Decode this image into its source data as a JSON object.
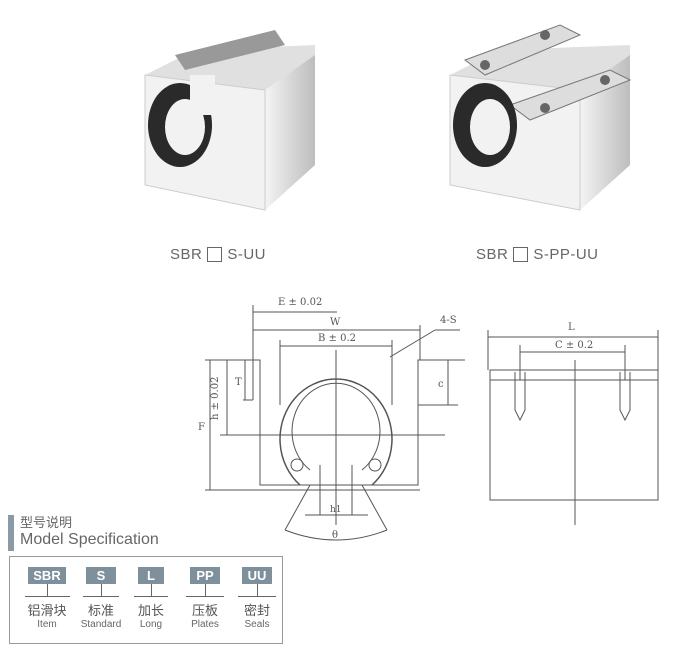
{
  "products": [
    {
      "label_prefix": "SBR",
      "label_suffix": "S-UU"
    },
    {
      "label_prefix": "SBR",
      "label_suffix": "S-PP-UU"
    }
  ],
  "drawing": {
    "front": {
      "e": "E ± 0.02",
      "w": "W",
      "b": "B ± 0.2",
      "s": "4-S",
      "t": "T",
      "h": "h ± 0.02",
      "f": "F",
      "c": "c",
      "h1": "h1",
      "theta": "θ"
    },
    "side": {
      "l": "L",
      "c": "C ± 0.2"
    }
  },
  "spec": {
    "title_cn": "型号说明",
    "title_en": "Model Specification",
    "items": [
      {
        "code": "SBR",
        "cn": "铝滑块",
        "en": "Item"
      },
      {
        "code": "S",
        "cn": "标准",
        "en": "Standard"
      },
      {
        "code": "L",
        "cn": "加长",
        "en": "Long"
      },
      {
        "code": "PP",
        "cn": "压板",
        "en": "Plates"
      },
      {
        "code": "UU",
        "cn": "密封",
        "en": "Seals"
      }
    ]
  }
}
